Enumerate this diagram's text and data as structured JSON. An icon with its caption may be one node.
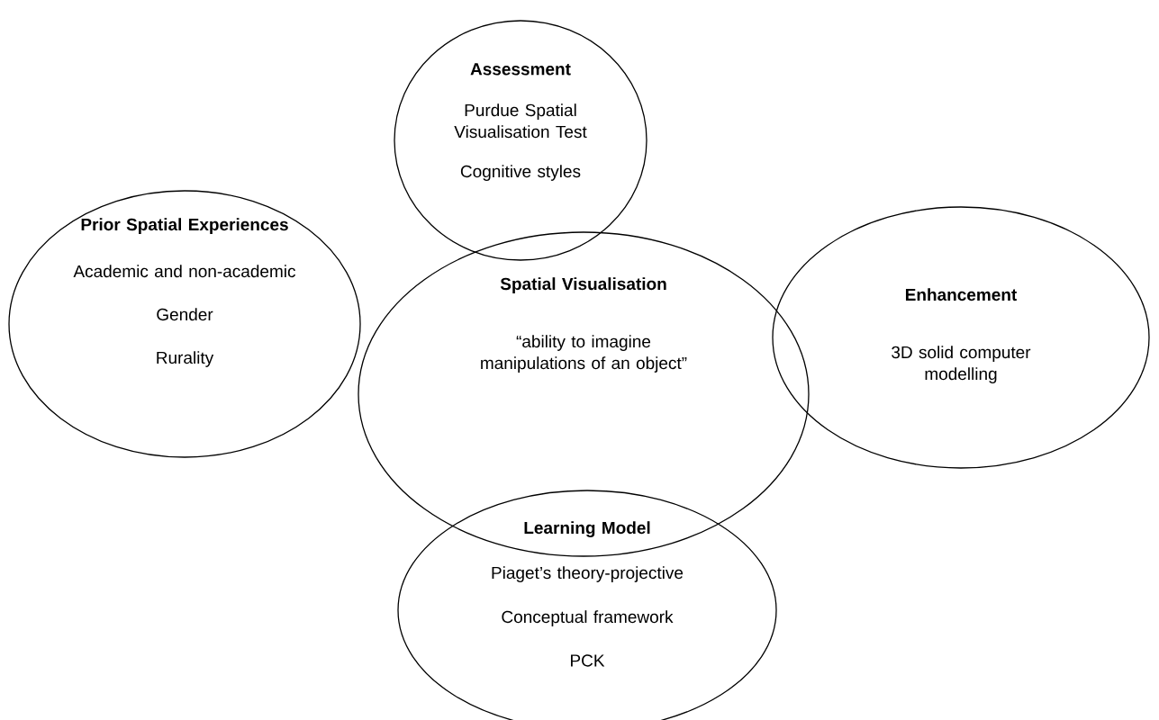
{
  "diagram": {
    "nodes": [
      {
        "text": [
          "Assessment",
          "Purdue Spatial Visualisation Test",
          "Cognitive styles"
        ]
      },
      {
        "text": [
          "Prior Spatial Experiences",
          "Academic and non-academic",
          "Gender",
          "Rurality"
        ]
      },
      {
        "text": [
          "Spatial Visualisation",
          "“ability to imagine manipulations of an object”"
        ]
      },
      {
        "text": [
          "Enhancement",
          "3D solid computer modelling"
        ]
      },
      {
        "text": [
          "Learning Model",
          "Piaget’s theory-projective",
          "Conceptual framework",
          "PCK"
        ]
      }
    ]
  }
}
